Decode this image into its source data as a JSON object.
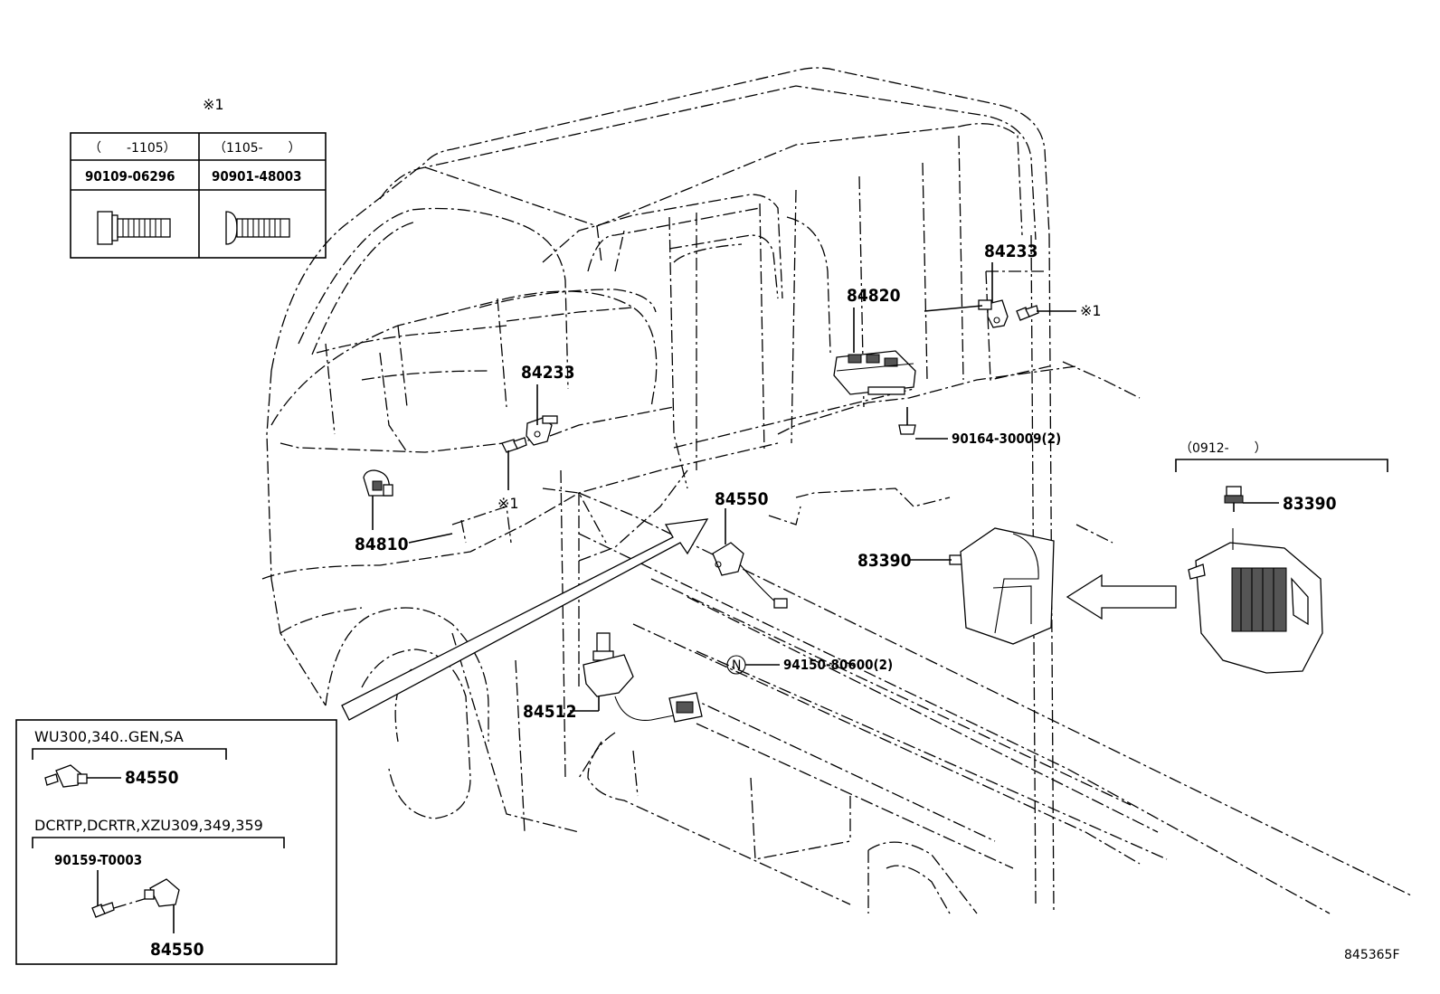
{
  "note_table": {
    "mark": "※1",
    "col1_range": "（　　-1105）",
    "col2_range": "（1105-　　）",
    "col1_part": "90109-06296",
    "col2_part": "90901-48003"
  },
  "callouts": {
    "p84233_top": "84233",
    "p84820": "84820",
    "p84233_left": "84233",
    "p90164": "90164-30009(2)",
    "p84810": "84810",
    "p84550": "84550",
    "p83390_mid": "83390",
    "p83390_right": "83390",
    "p94150": "94150-80600(2)",
    "p84512": "84512",
    "note_mark_right": "※1",
    "note_mark_left": "※1",
    "range_0912": "（0912-　　）",
    "n_symbol": "N"
  },
  "inset": {
    "group1_title": "WU300,340..GEN,SA",
    "group1_part": "84550",
    "group2_title": "DCRTP,DCRTR,XZU309,349,359",
    "group2_bolt": "90159-T0003",
    "group2_part": "84550"
  },
  "diagram_code": "845365F"
}
